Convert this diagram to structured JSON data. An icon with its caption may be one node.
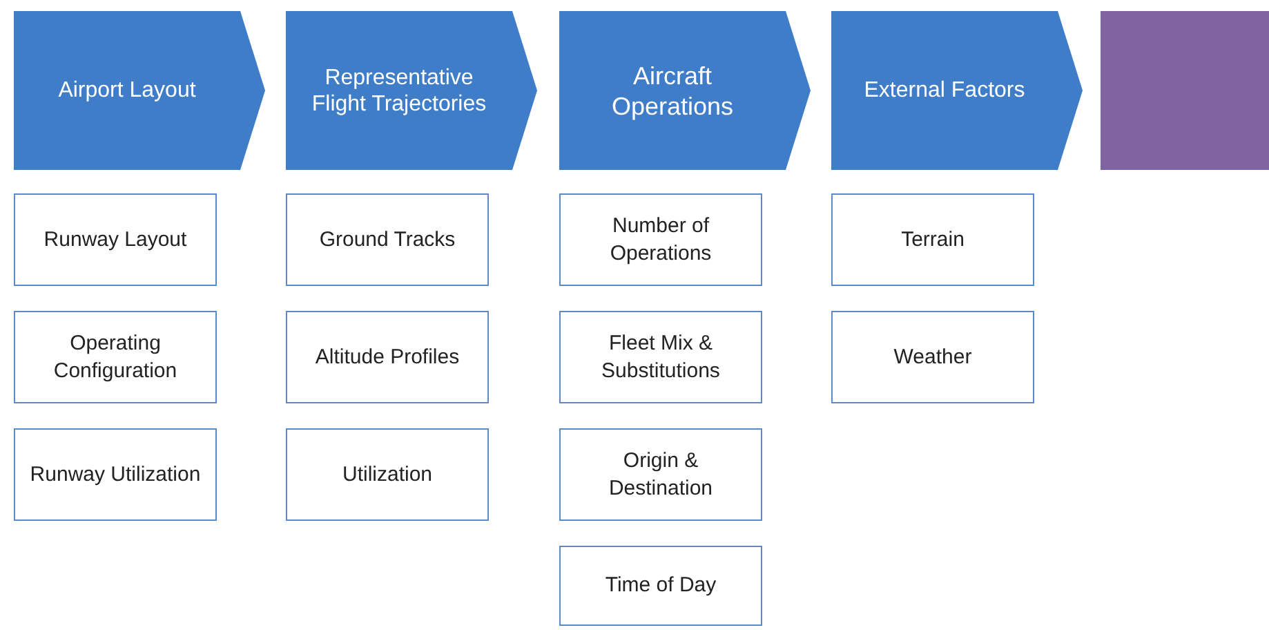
{
  "diagram": {
    "nodes": [
      {
        "text": [
          "Airport Layout"
        ]
      },
      {
        "text": [
          "Representative Flight Trajectories"
        ]
      },
      {
        "text": [
          "Aircraft Operations"
        ]
      },
      {
        "text": [
          "External Factors"
        ]
      },
      {
        "text": [],
        "shape": "box"
      },
      {
        "text": [
          "Runway Layout"
        ]
      },
      {
        "text": [
          "Operating Configuration"
        ]
      },
      {
        "text": [
          "Runway Utilization"
        ]
      },
      {
        "text": [
          "Ground Tracks"
        ]
      },
      {
        "text": [
          "Altitude Profiles"
        ]
      },
      {
        "text": [
          "Utilization"
        ]
      },
      {
        "text": [
          "Number of Operations"
        ]
      },
      {
        "text": [
          "Fleet Mix & Substitutions"
        ]
      },
      {
        "text": [
          "Origin & Destination"
        ]
      },
      {
        "text": [
          "Time of Day"
        ]
      },
      {
        "text": [
          "Terrain"
        ]
      },
      {
        "text": [
          "Weather"
        ]
      }
    ]
  }
}
